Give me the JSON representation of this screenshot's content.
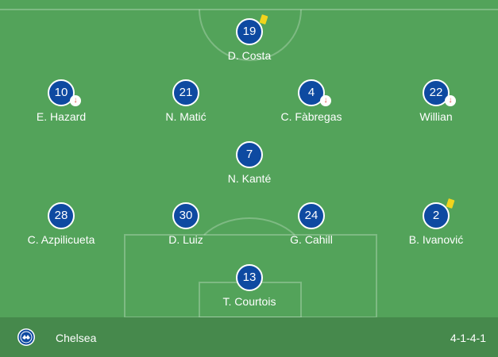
{
  "team": {
    "name": "Chelsea",
    "formation": "4-1-4-1",
    "crest_icon": "chelsea-crest-icon"
  },
  "colors": {
    "pitch": "#53a35a",
    "footer": "#46894c",
    "player_badge": "#0e4aa1",
    "card": "#f2d41c",
    "sub_arrow": "#d9433b"
  },
  "players": {
    "costa": {
      "number": "19",
      "name": "D. Costa",
      "yellow_card": true,
      "substituted": false
    },
    "hazard": {
      "number": "10",
      "name": "E. Hazard",
      "yellow_card": false,
      "substituted": true
    },
    "matic": {
      "number": "21",
      "name": "N. Matić",
      "yellow_card": false,
      "substituted": false
    },
    "fabregas": {
      "number": "4",
      "name": "C. Fàbregas",
      "yellow_card": false,
      "substituted": true
    },
    "willian": {
      "number": "22",
      "name": "Willian",
      "yellow_card": false,
      "substituted": true
    },
    "kante": {
      "number": "7",
      "name": "N. Kanté",
      "yellow_card": false,
      "substituted": false
    },
    "azpilicueta": {
      "number": "28",
      "name": "C. Azpilicueta",
      "yellow_card": false,
      "substituted": false
    },
    "luiz": {
      "number": "30",
      "name": "D. Luiz",
      "yellow_card": false,
      "substituted": false
    },
    "cahill": {
      "number": "24",
      "name": "G. Cahill",
      "yellow_card": false,
      "substituted": false
    },
    "ivanovic": {
      "number": "2",
      "name": "B. Ivanović",
      "yellow_card": true,
      "substituted": false
    },
    "courtois": {
      "number": "13",
      "name": "T. Courtois",
      "yellow_card": false,
      "substituted": false
    }
  },
  "icons": {
    "sub_arrow": "↓"
  }
}
